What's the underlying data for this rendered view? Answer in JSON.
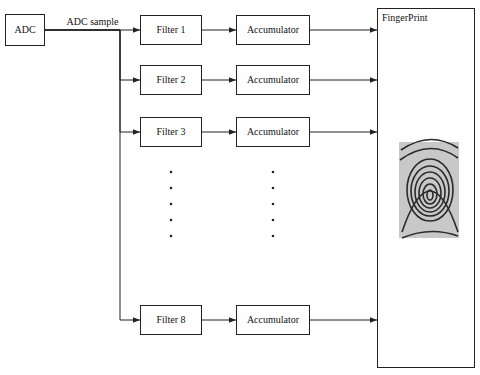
{
  "diagram": {
    "nodes": [
      {
        "text": [
          "ADC"
        ]
      },
      {
        "text": [
          "Filter 1"
        ]
      },
      {
        "text": [
          "Filter 2"
        ]
      },
      {
        "text": [
          "Filter 3"
        ]
      },
      {
        "text": [
          "Filter 8"
        ]
      },
      {
        "text": [
          "Accumulator"
        ]
      },
      {
        "text": [
          "Accumulator"
        ]
      },
      {
        "text": [
          "Accumulator"
        ]
      },
      {
        "text": [
          "Accumulator"
        ]
      },
      {
        "text": [
          "FingerPrint"
        ]
      }
    ],
    "edges": [
      {
        "from": 0,
        "to": 1,
        "arrow": "to",
        "label": "ADC sample"
      },
      {
        "from": 0,
        "to": 2,
        "arrow": "to"
      },
      {
        "from": 0,
        "to": 3,
        "arrow": "to"
      },
      {
        "from": 0,
        "to": 4,
        "arrow": "to"
      },
      {
        "from": 1,
        "to": 5,
        "arrow": "to"
      },
      {
        "from": 2,
        "to": 6,
        "arrow": "to"
      },
      {
        "from": 3,
        "to": 7,
        "arrow": "to"
      },
      {
        "from": 4,
        "to": 8,
        "arrow": "to"
      },
      {
        "from": 5,
        "to": 9,
        "arrow": "to"
      },
      {
        "from": 6,
        "to": 9,
        "arrow": "to"
      },
      {
        "from": 7,
        "to": 9,
        "arrow": "to"
      },
      {
        "from": 8,
        "to": 9,
        "arrow": "to"
      }
    ]
  }
}
